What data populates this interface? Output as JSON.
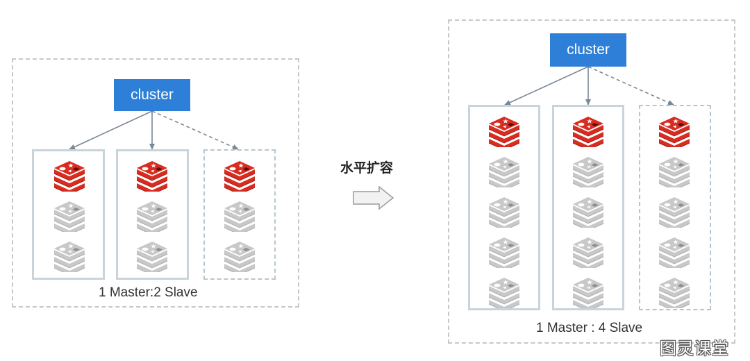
{
  "left_diagram": {
    "cluster_label": "cluster",
    "caption": "1 Master:2 Slave",
    "columns": [
      {
        "master": 1,
        "slaves": 2,
        "style": "solid"
      },
      {
        "master": 1,
        "slaves": 2,
        "style": "solid"
      },
      {
        "master": 1,
        "slaves": 2,
        "style": "dashed"
      }
    ]
  },
  "right_diagram": {
    "cluster_label": "cluster",
    "caption": "1 Master : 4 Slave",
    "columns": [
      {
        "master": 1,
        "slaves": 4,
        "style": "solid"
      },
      {
        "master": 1,
        "slaves": 4,
        "style": "solid"
      },
      {
        "master": 1,
        "slaves": 4,
        "style": "dashed"
      }
    ]
  },
  "transition_label": "水平扩容",
  "watermark": "图灵课堂",
  "colors": {
    "cluster_bg": "#2d7fd8",
    "master_icon": "#d82c20",
    "slave_icon": "#c8c8c8",
    "connector": "#7a8794"
  },
  "icons": {
    "master": "redis-master-icon",
    "slave": "redis-slave-icon",
    "arrow": "right-arrow-icon"
  }
}
